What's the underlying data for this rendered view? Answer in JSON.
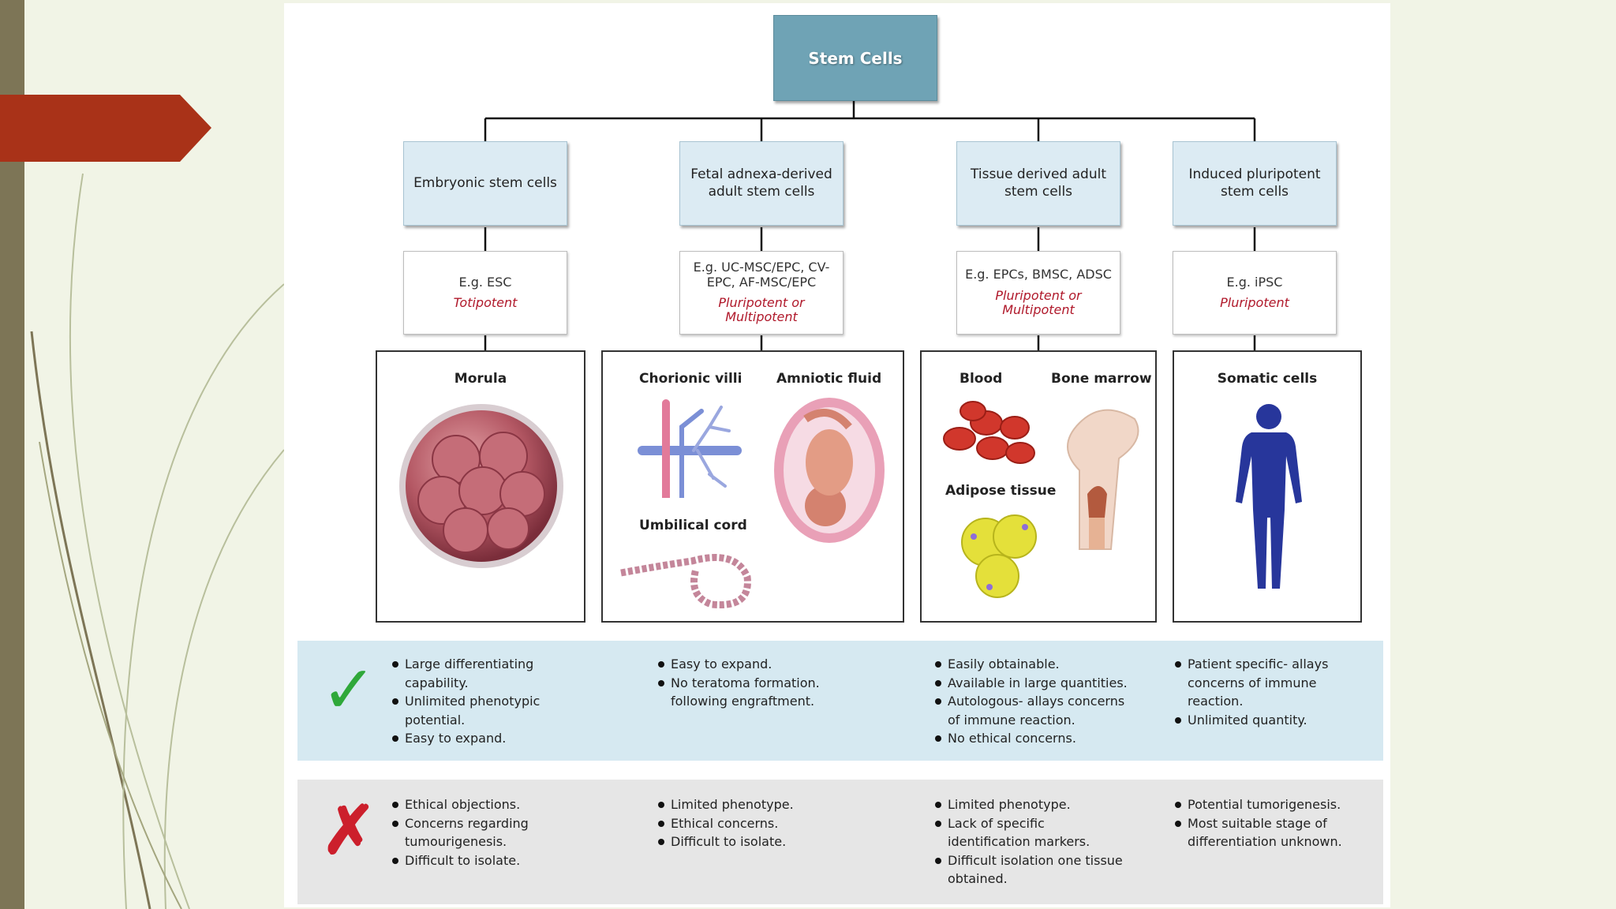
{
  "root": {
    "label": "Stem Cells"
  },
  "categories": [
    {
      "title": "Embryonic stem cells",
      "eg": "E.g. ESC",
      "potency": "Totipotent",
      "images": [
        "Morula"
      ],
      "pros": [
        "Large differentiating capability.",
        "Unlimited phenotypic potential.",
        "Easy to expand."
      ],
      "cons": [
        "Ethical objections.",
        "Concerns regarding tumourigenesis.",
        "Difficult to isolate."
      ]
    },
    {
      "title": "Fetal adnexa-derived adult stem cells",
      "eg": "E.g. UC-MSC/EPC, CV-EPC, AF-MSC/EPC",
      "potency": "Pluripotent or Multipotent",
      "images": [
        "Chorionic villi",
        "Amniotic fluid",
        "Umbilical cord"
      ],
      "pros": [
        "Easy to expand.",
        "No teratoma formation. following engraftment."
      ],
      "cons": [
        "Limited phenotype.",
        "Ethical concerns.",
        "Difficult to isolate."
      ]
    },
    {
      "title": "Tissue derived adult stem cells",
      "eg": "E.g. EPCs, BMSC, ADSC",
      "potency": "Pluripotent or Multipotent",
      "images": [
        "Blood",
        "Bone marrow",
        "Adipose tissue"
      ],
      "pros": [
        "Easily obtainable.",
        "Available in large quantities.",
        "Autologous- allays concerns of immune reaction.",
        "No ethical concerns."
      ],
      "cons": [
        "Limited phenotype.",
        "Lack of specific identification markers.",
        "Difficult isolation one tissue obtained."
      ]
    },
    {
      "title": "Induced pluripotent stem cells",
      "eg": "E.g. iPSC",
      "potency": "Pluripotent",
      "images": [
        "Somatic cells"
      ],
      "pros": [
        "Patient specific- allays concerns of immune reaction.",
        "Unlimited quantity."
      ],
      "cons": [
        "Potential tumorigenesis.",
        "Most suitable stage of differentiation unknown."
      ]
    }
  ],
  "marks": {
    "pro": "✓",
    "con": "✗"
  },
  "colors": {
    "accent_arrow": "#a93218",
    "sidebar": "#7d7556",
    "root_box": "#6fa3b5",
    "category_box": "#dcebf3",
    "pro_band": "#d6e9f1",
    "con_band": "#e6e6e6",
    "potency_text": "#b0192b",
    "check": "#2fa83a",
    "cross": "#cc1f2c"
  }
}
